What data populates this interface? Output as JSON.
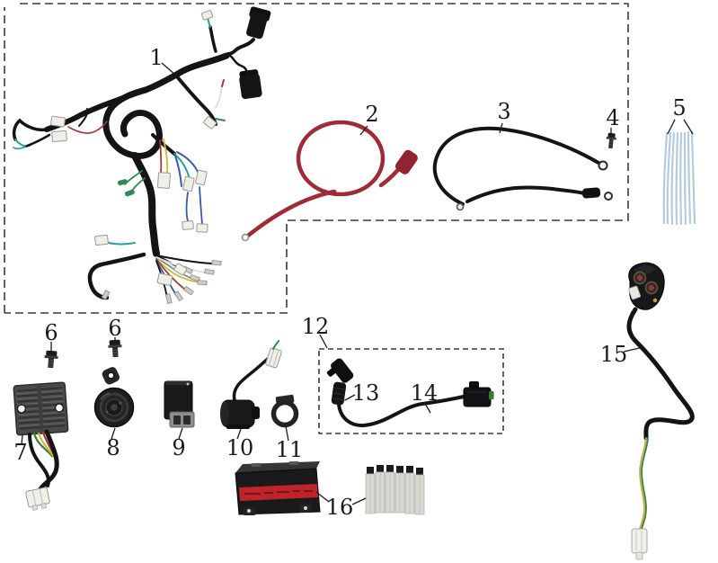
{
  "diagram": {
    "type": "exploded-parts-diagram",
    "labels": {
      "l1": "1",
      "l2": "2",
      "l3": "3",
      "l4": "4",
      "l5": "5",
      "l6a": "6",
      "l6b": "6",
      "l7": "7",
      "l8": "8",
      "l9": "9",
      "l10": "10",
      "l11": "11",
      "l12": "12",
      "l13": "13",
      "l14": "14",
      "l15": "15",
      "l16": "16"
    },
    "parts": [
      {
        "number": "1",
        "icon": "wiring-harness-icon"
      },
      {
        "number": "2",
        "icon": "red-battery-cable-icon"
      },
      {
        "number": "3",
        "icon": "black-ground-cable-icon"
      },
      {
        "number": "4",
        "icon": "bolt-icon"
      },
      {
        "number": "5",
        "icon": "cable-ties-icon"
      },
      {
        "number": "6",
        "icon": "bolt-icon"
      },
      {
        "number": "7",
        "icon": "regulator-rectifier-icon"
      },
      {
        "number": "8",
        "icon": "horn-icon"
      },
      {
        "number": "9",
        "icon": "cdi-unit-icon"
      },
      {
        "number": "10",
        "icon": "ignition-coil-icon"
      },
      {
        "number": "11",
        "icon": "clamp-ring-icon"
      },
      {
        "number": "12",
        "icon": "high-tension-lead-assembly-icon"
      },
      {
        "number": "13",
        "icon": "spark-plug-cap-icon"
      },
      {
        "number": "14",
        "icon": "lead-coil-end-icon"
      },
      {
        "number": "15",
        "icon": "ignition-switch-icon"
      },
      {
        "number": "16",
        "icon": "battery-and-fuses-icon"
      }
    ],
    "colors": {
      "background": "#ffffff",
      "cable_black": "#141416",
      "cable_red": "#9e2b35",
      "terminal_boot_red": "#8e2530",
      "battery_stripe_red": "#c0242b",
      "cable_tie_blue": "#b5cbdd",
      "connector_white": "#efefe9",
      "dash_border": "#3a3a3a",
      "wire_green": "#2e8b57",
      "wire_teal": "#2aa198",
      "wire_yellow": "#c8b93c",
      "wire_blue": "#3a5ba8",
      "wire_red": "#a03b3b"
    }
  }
}
